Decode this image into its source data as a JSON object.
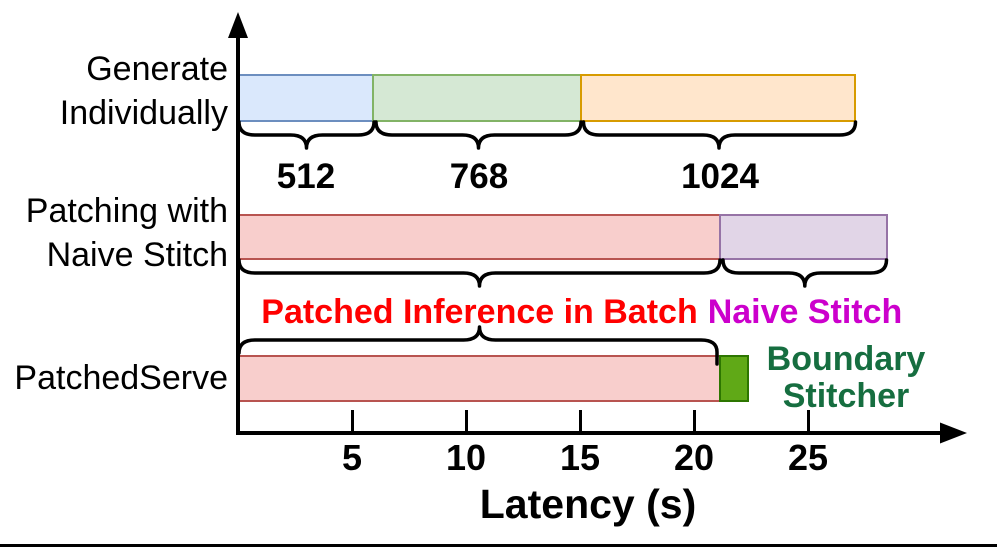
{
  "figure": {
    "xlabel": "Latency (s)"
  },
  "row_labels": {
    "generate_line1": "Generate",
    "generate_line2": "Individually",
    "patching_line1": "Patching with",
    "patching_line2": "Naive Stitch",
    "patchedserve": "PatchedServe"
  },
  "annotations": {
    "size_512": "512",
    "size_768": "768",
    "size_1024": "1024",
    "patched_inference": "Patched Inference in Batch",
    "naive_stitch": "Naive Stitch",
    "boundary_line1": "Boundary",
    "boundary_line2": "Stitcher"
  },
  "colors": {
    "axis": "#000000",
    "patched_inference_label": "#ff0000",
    "naive_stitch_label": "#cc00cc",
    "boundary_stitcher_label": "#166e40",
    "bar_512_fill": "#dae8fc",
    "bar_512_stroke": "#6c8ebf",
    "bar_768_fill": "#d5e8d4",
    "bar_768_stroke": "#82b366",
    "bar_1024_fill": "#ffe6cc",
    "bar_1024_stroke": "#d79b00",
    "bar_batch_fill": "#f8cecc",
    "bar_batch_stroke": "#b85450",
    "bar_naive_fill": "#e1d5e7",
    "bar_naive_stroke": "#9673a6",
    "bar_boundary_fill": "#60a917",
    "bar_boundary_stroke": "#2d7600"
  },
  "chart_data": {
    "type": "bar",
    "orientation": "horizontal",
    "title": "",
    "xlabel": "Latency (s)",
    "ylabel": "",
    "x_ticks": [
      5,
      10,
      15,
      20,
      25
    ],
    "xlim": [
      0,
      31
    ],
    "unit": "seconds",
    "rows": [
      {
        "category": "Generate Individually",
        "segments": [
          {
            "name": "512",
            "start": 0,
            "end": 6.0,
            "duration": 6.0,
            "fill": "#dae8fc",
            "stroke": "#6c8ebf"
          },
          {
            "name": "768",
            "start": 6.0,
            "end": 15.1,
            "duration": 9.1,
            "fill": "#d5e8d4",
            "stroke": "#82b366"
          },
          {
            "name": "1024",
            "start": 15.1,
            "end": 27.1,
            "duration": 12.0,
            "fill": "#ffe6cc",
            "stroke": "#d79b00"
          }
        ]
      },
      {
        "category": "Patching with Naive Stitch",
        "segments": [
          {
            "name": "Patched Inference in Batch",
            "start": 0,
            "end": 21.2,
            "duration": 21.2,
            "fill": "#f8cecc",
            "stroke": "#b85450"
          },
          {
            "name": "Naive Stitch",
            "start": 21.2,
            "end": 28.5,
            "duration": 7.3,
            "fill": "#e1d5e7",
            "stroke": "#9673a6"
          }
        ]
      },
      {
        "category": "PatchedServe",
        "segments": [
          {
            "name": "Patched Inference in Batch",
            "start": 0,
            "end": 21.2,
            "duration": 21.2,
            "fill": "#f8cecc",
            "stroke": "#b85450"
          },
          {
            "name": "Boundary Stitcher",
            "start": 21.2,
            "end": 22.4,
            "duration": 1.2,
            "fill": "#60a917",
            "stroke": "#2d7600"
          }
        ]
      }
    ]
  }
}
